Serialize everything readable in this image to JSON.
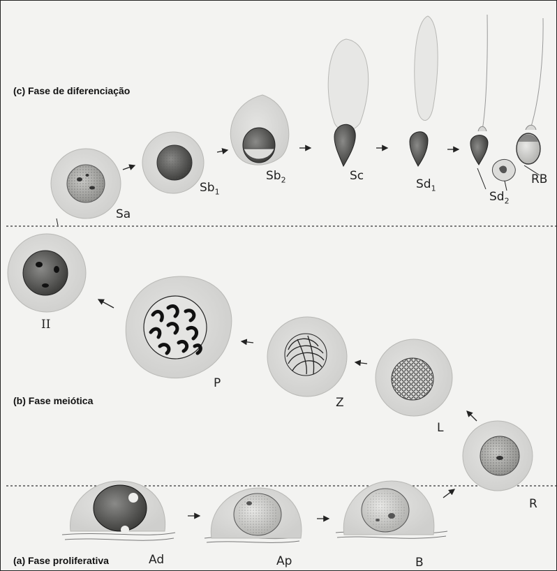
{
  "phases": {
    "c": "(c) Fase de diferenciação",
    "b": "(b) Fase meiótica",
    "a": "(a) Fase proliferativa"
  },
  "labels": {
    "Sa": "Sa",
    "Sb1": "Sb",
    "Sb1_sub": "1",
    "Sb2": "Sb",
    "Sb2_sub": "2",
    "Sc": "Sc",
    "Sd1": "Sd",
    "Sd1_sub": "1",
    "Sd2": "Sd",
    "Sd2_sub": "2",
    "RB": "RB",
    "II": "II",
    "P": "P",
    "Z": "Z",
    "L": "L",
    "R": "R",
    "Ad": "Ad",
    "Ap": "Ap",
    "B": "B"
  }
}
